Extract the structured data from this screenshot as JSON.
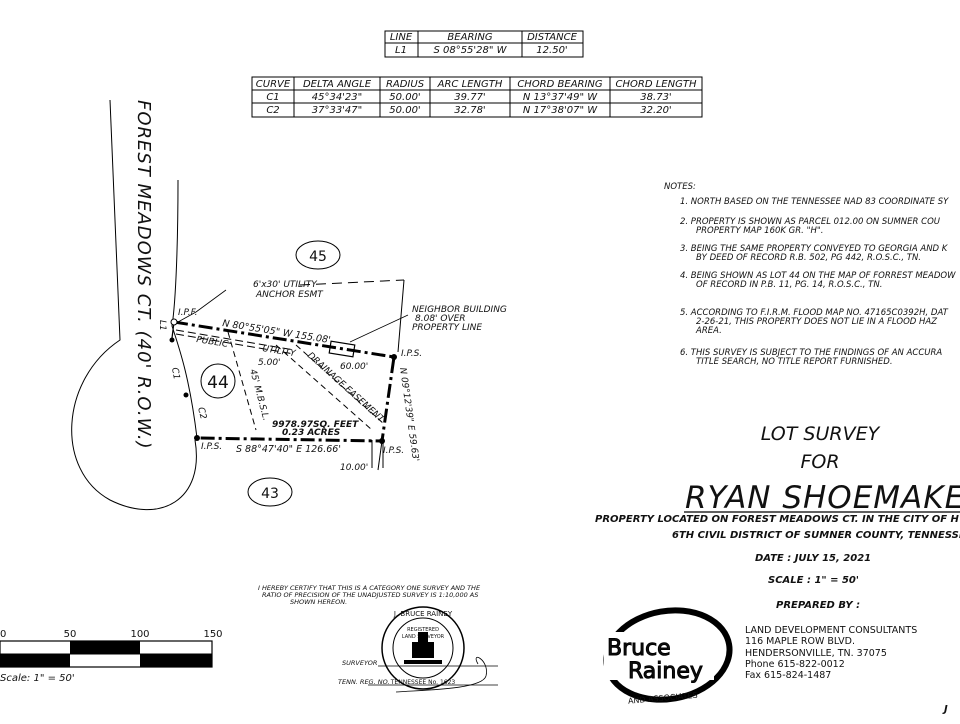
{
  "line_table": {
    "headers": [
      "LINE",
      "BEARING",
      "DISTANCE"
    ],
    "rows": [
      [
        "L1",
        "S 08°55'28\" W",
        "12.50'"
      ]
    ]
  },
  "curve_table": {
    "headers": [
      "CURVE",
      "DELTA ANGLE",
      "RADIUS",
      "ARC LENGTH",
      "CHORD BEARING",
      "CHORD LENGTH"
    ],
    "rows": [
      [
        "C1",
        "45°34'23\"",
        "50.00'",
        "39.77'",
        "N 13°37'49\" W",
        "38.73'"
      ],
      [
        "C2",
        "37°33'47\"",
        "50.00'",
        "32.78'",
        "N 17°38'07\" W",
        "32.20'"
      ]
    ]
  },
  "street": {
    "name": "FOREST MEADOWS CT. (40' R.O.W.)"
  },
  "lots": {
    "lot_45": "45",
    "lot_44": "44",
    "lot_43": "43"
  },
  "labels": {
    "anchor_esmt_1": "6'x30' UTILITY",
    "anchor_esmt_2": "ANCHOR ESMT",
    "ipf": "I.P.F.",
    "l1": "L1",
    "c1": "C1",
    "c2": "C2",
    "north_line": "N 80°55'05\" W   155.08'",
    "neighbor_1": "NEIGHBOR BUILDING",
    "neighbor_2": "8.08' OVER",
    "neighbor_3": "PROPERTY LINE",
    "public": "PUBLIC",
    "utility": "UTILITY",
    "five_ft": "5.00'",
    "sixty_ft": "60.00'",
    "drainage": "DRAINAGE EASEMENT",
    "msl": "45' M.B.S.L.",
    "ips_ne": "I.P.S.",
    "east_line": "N 09°12'39\" E   59.63'",
    "area_1": "9978.97SQ. FEET",
    "area_2": "0.23 ACRES",
    "south_line": "S 88°47'40\" E   126.66'",
    "ips_sw": "I.P.S.",
    "ips_se": "I.P.S.",
    "ten_ft": "10.00'"
  },
  "notes": {
    "heading": "NOTES:",
    "items": [
      [
        "1. NORTH BASED ON THE TENNESSEE NAD 83 COORDINATE SY"
      ],
      [
        "2. PROPERTY IS SHOWN AS PARCEL 012.00 ON SUMNER COU",
        "PROPERTY MAP 160K GR. \"H\"."
      ],
      [
        "3. BEING THE SAME PROPERTY CONVEYED TO GEORGIA AND K",
        "BY DEED OF RECORD R.B. 502, PG 442, R.O.S.C., TN."
      ],
      [
        "4. BEING SHOWN AS LOT 44 ON THE MAP OF FORREST MEADOW",
        "OF RECORD IN P.B. 11, PG. 14, R.O.S.C., TN."
      ],
      [
        "5. ACCORDING TO F.I.R.M. FLOOD MAP NO. 47165C0392H, DAT",
        "2-26-21, THIS PROPERTY DOES NOT LIE IN A FLOOD HAZ",
        "AREA."
      ],
      [
        "6. THIS SURVEY IS SUBJECT TO THE FINDINGS OF AN ACCURA",
        "TITLE SEARCH, NO TITLE REPORT FURNISHED."
      ]
    ]
  },
  "title": {
    "line1": "LOT SURVEY",
    "line2": "FOR",
    "client": "RYAN SHOEMAKE",
    "location1": "PROPERTY LOCATED ON FOREST MEADOWS CT. IN THE CITY OF H",
    "location2": "6TH CIVIL DISTRICT OF SUMNER COUNTY, TENNESSE",
    "date": "DATE : JULY 15, 2021",
    "scale": "SCALE : 1\" = 50'",
    "prepared": "PREPARED BY :"
  },
  "certification": {
    "line1": "I HEREBY CERTIFY THAT THIS IS A CATEGORY ONE SURVEY AND THE",
    "line2": "RATIO OF PRECISION OF THE UNADJUSTED SURVEY IS 1:10,000 AS",
    "line3": "SHOWN HEREON.",
    "surveyor": "SURVEYOR",
    "tenn_reg": "TENN. REG. NO."
  },
  "seal": {
    "top": "J. BRUCE RAINEY",
    "left": "REGISTERED",
    "right": "LAND SURVEYOR",
    "bottom": "TENNESSEE   No. 1623"
  },
  "scale_bar": {
    "ticks": [
      "0",
      "50",
      "100",
      "150"
    ],
    "label": "Scale: 1\" = 50'"
  },
  "firm": {
    "logo1": "Bruce",
    "logo2": "Rainey",
    "logo3": "AND ASSOCIATES",
    "name": "LAND DEVELOPMENT CONSULTANTS",
    "address1": "116 MAPLE ROW BLVD.",
    "address2": "HENDERSONVILLE, TN. 37075",
    "phone": "Phone 615-822-0012",
    "fax": "Fax      615-824-1487"
  },
  "job": "J"
}
